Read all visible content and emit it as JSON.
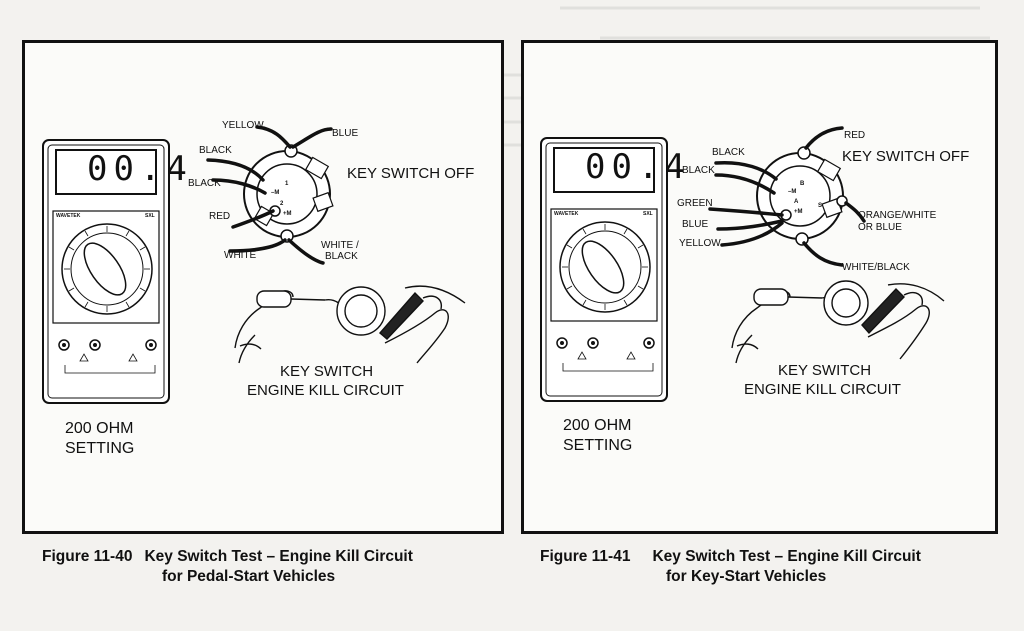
{
  "figure_left": {
    "number": "Figure 11-40",
    "title_line1": "Key Switch Test – Engine Kill Circuit",
    "title_line2": "for Pedal-Start Vehicles",
    "meter": {
      "display": "00.4",
      "brand": "WAVETEK",
      "model": "SXL"
    },
    "setting_line1": "200 OHM",
    "setting_line2": "SETTING",
    "switch_state": "KEY SWITCH OFF",
    "wires": {
      "yellow": "YELLOW",
      "blue": "BLUE",
      "black1": "BLACK",
      "black2": "BLACK",
      "red": "RED",
      "white": "WHITE",
      "white_black_1": "WHITE /",
      "white_black_2": "BLACK"
    },
    "terminals": {
      "t1": "1",
      "tm": "–M",
      "t2": "2",
      "tpm": "+M"
    },
    "circuit_line1": "KEY SWITCH",
    "circuit_line2": "ENGINE KILL CIRCUIT"
  },
  "figure_right": {
    "number": "Figure 11-41",
    "title_line1": "Key Switch Test – Engine Kill Circuit",
    "title_line2": "for Key-Start Vehicles",
    "meter": {
      "display": "00.4",
      "brand": "WAVETEK",
      "model": "SXL"
    },
    "setting_line1": "200 OHM",
    "setting_line2": "SETTING",
    "switch_state": "KEY SWITCH OFF",
    "wires": {
      "red": "RED",
      "black1": "BLACK",
      "black2": "BLACK",
      "green": "GREEN",
      "blue": "BLUE",
      "yellow": "YELLOW",
      "orange_white_1": "ORANGE/WHITE",
      "orange_white_2": "OR BLUE",
      "white_black": "WHITE/BLACK"
    },
    "terminals": {
      "tb": "B",
      "tm": "–M",
      "ta": "A",
      "tpm": "+M",
      "ts": "S"
    },
    "circuit_line1": "KEY SWITCH",
    "circuit_line2": "ENGINE KILL CIRCUIT"
  }
}
